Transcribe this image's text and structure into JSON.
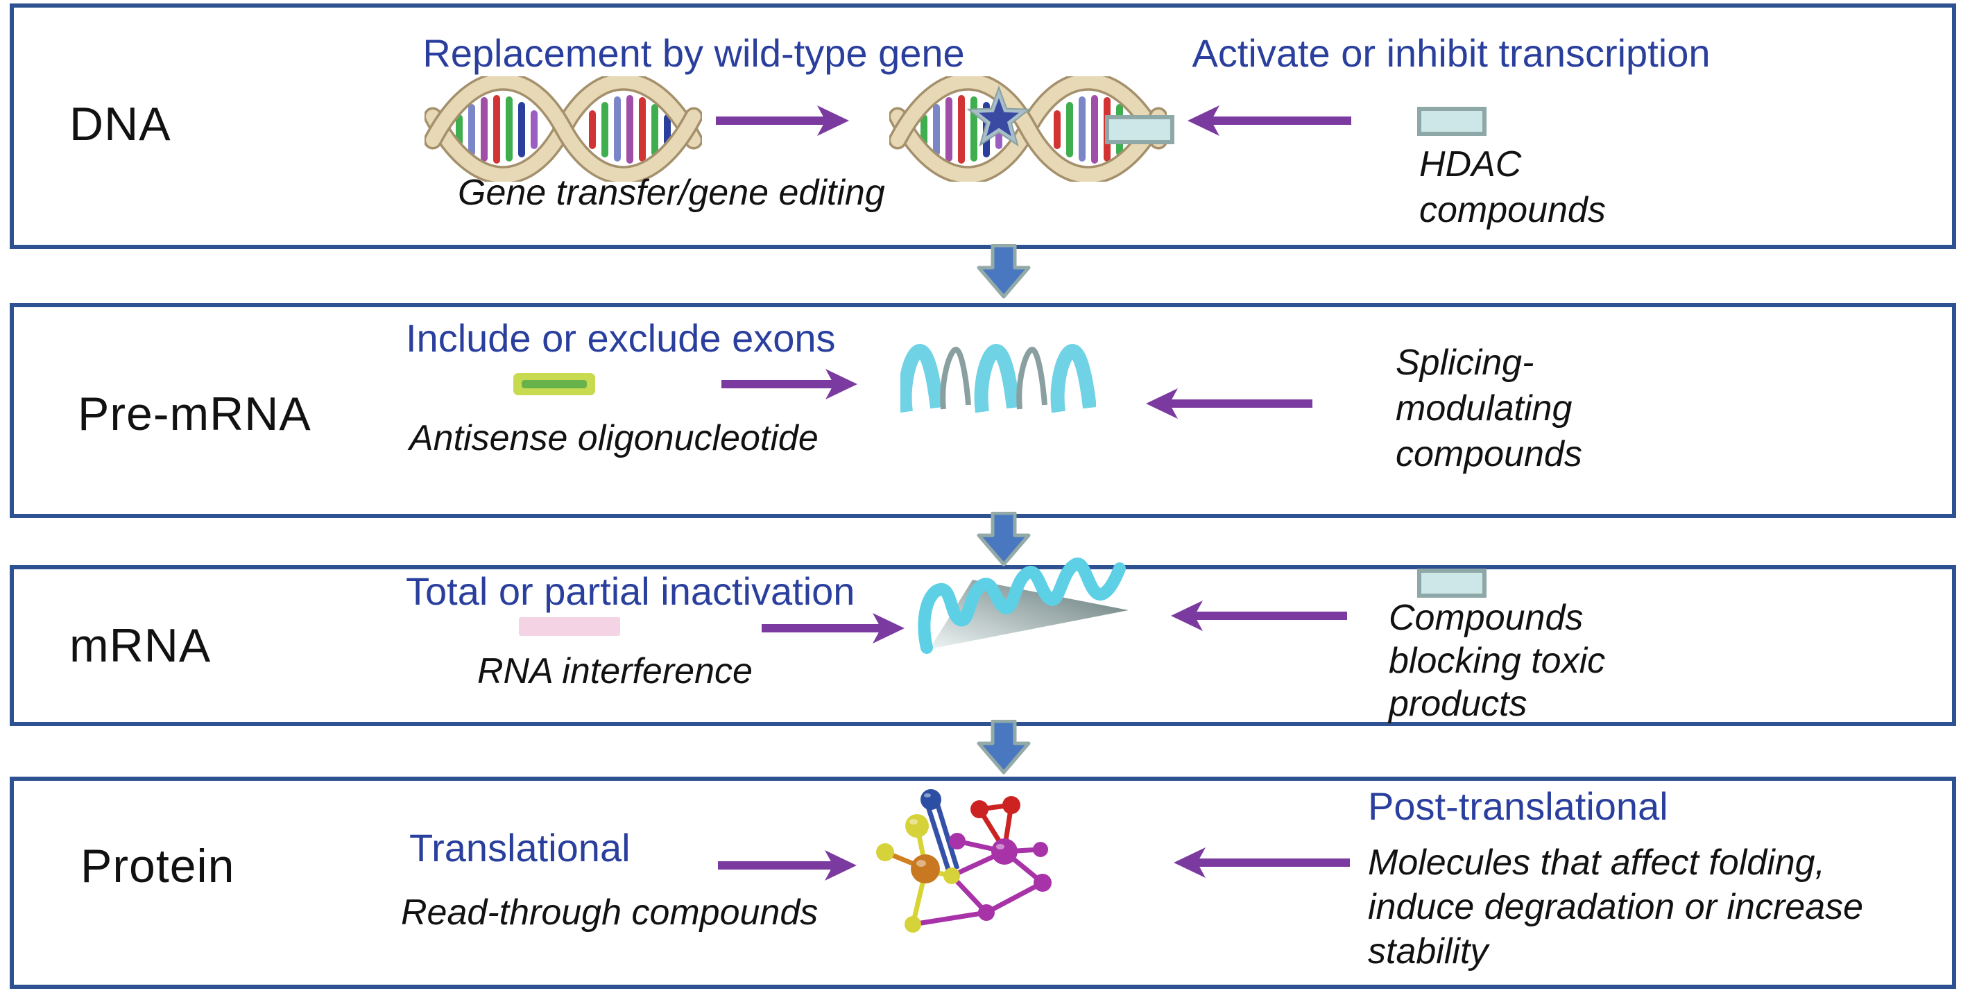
{
  "diagram": "central-dogma-therapeutic-strategies",
  "palette": {
    "box_border_blue": "#2e5191",
    "heading_blue": "#2a3f9d",
    "arrow_purple": "#7b3a9f",
    "flow_arrow_fill": "#4a78c0",
    "flow_arrow_outline": "#93aaa8",
    "compound_tag_teal": "#cde7e9",
    "exon_bar_green": "#c8da50",
    "exon_bar_inner_green": "#68b24c",
    "rnai_bar_pink": "#f4d3e4",
    "rna_cyan": "#6fd2e5",
    "intron_gray": "#8aa0a0",
    "dna_strand_tan": "#e7d8b6"
  },
  "rows": [
    {
      "label": "DNA",
      "heading_left": "Replacement by wild-type gene",
      "caption_left": "Gene transfer/gene editing",
      "heading_right": "Activate or inhibit transcription",
      "caption_right_lines": [
        "HDAC",
        "compounds"
      ]
    },
    {
      "label": "Pre-mRNA",
      "heading_left": "Include or exclude exons",
      "caption_left": "Antisense oligonucleotide",
      "caption_right_lines": [
        "Splicing-",
        "modulating",
        "compounds"
      ]
    },
    {
      "label": "mRNA",
      "heading_left": "Total or partial inactivation",
      "caption_left": "RNA interference",
      "caption_right_lines": [
        "Compounds",
        "blocking toxic",
        "products"
      ]
    },
    {
      "label": "Protein",
      "heading_left": "Translational",
      "caption_left": "Read-through compounds",
      "heading_right": "Post-translational",
      "caption_right_lines": [
        "Molecules that affect folding,",
        "induce degradation or increase",
        "stability"
      ]
    }
  ]
}
